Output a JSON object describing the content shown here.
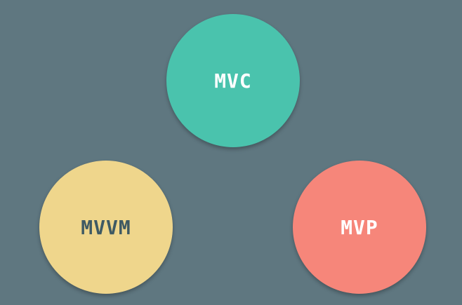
{
  "diagram": {
    "background_color": "#5f7780",
    "nodes": [
      {
        "id": "mvc",
        "label": "MVC",
        "fill": "#4ac3ad",
        "text_color": "#ffffff"
      },
      {
        "id": "mvvm",
        "label": "MVVM",
        "fill": "#efd68c",
        "text_color": "#3f5a63"
      },
      {
        "id": "mvp",
        "label": "MVP",
        "fill": "#f6867a",
        "text_color": "#ffffff"
      }
    ]
  }
}
